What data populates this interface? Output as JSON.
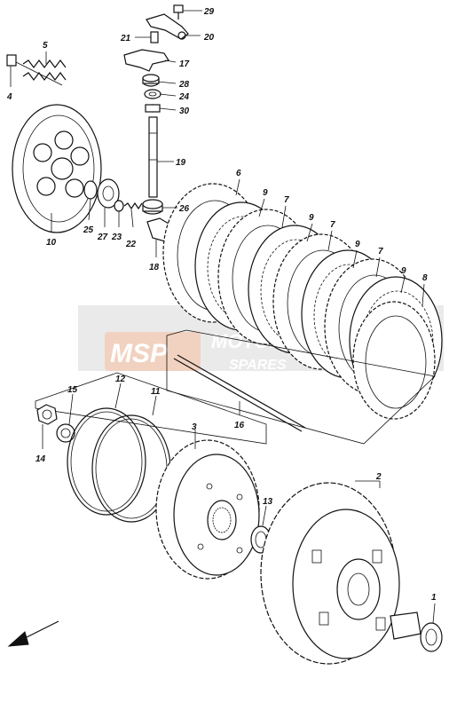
{
  "diagram": {
    "callouts": [
      {
        "id": "p29",
        "label": "29"
      },
      {
        "id": "p21",
        "label": "21"
      },
      {
        "id": "p20",
        "label": "20"
      },
      {
        "id": "p5",
        "label": "5"
      },
      {
        "id": "p17",
        "label": "17"
      },
      {
        "id": "p4",
        "label": "4"
      },
      {
        "id": "p28",
        "label": "28"
      },
      {
        "id": "p24",
        "label": "24"
      },
      {
        "id": "p30",
        "label": "30"
      },
      {
        "id": "p19",
        "label": "19"
      },
      {
        "id": "p6",
        "label": "6"
      },
      {
        "id": "p9a",
        "label": "9"
      },
      {
        "id": "p7a",
        "label": "7"
      },
      {
        "id": "p26",
        "label": "26"
      },
      {
        "id": "p9b",
        "label": "9"
      },
      {
        "id": "p7b",
        "label": "7"
      },
      {
        "id": "p9c",
        "label": "9"
      },
      {
        "id": "p7c",
        "label": "7"
      },
      {
        "id": "p9d",
        "label": "9"
      },
      {
        "id": "p8",
        "label": "8"
      },
      {
        "id": "p10",
        "label": "10"
      },
      {
        "id": "p25",
        "label": "25"
      },
      {
        "id": "p27",
        "label": "27"
      },
      {
        "id": "p23",
        "label": "23"
      },
      {
        "id": "p22",
        "label": "22"
      },
      {
        "id": "p18",
        "label": "18"
      },
      {
        "id": "p12",
        "label": "12"
      },
      {
        "id": "p11",
        "label": "11"
      },
      {
        "id": "p15",
        "label": "15"
      },
      {
        "id": "p16",
        "label": "16"
      },
      {
        "id": "p14",
        "label": "14"
      },
      {
        "id": "p3",
        "label": "3"
      },
      {
        "id": "p2",
        "label": "2"
      },
      {
        "id": "p13",
        "label": "13"
      },
      {
        "id": "p1",
        "label": "1"
      }
    ]
  },
  "watermark": {
    "logo": "MSP",
    "line1": "MOTORPARTS",
    "line2": "SPARES"
  },
  "colors": {
    "ink": "#111111",
    "watermark_band": "#d9d9d9",
    "watermark_logo": "#e8a37a"
  },
  "icons": {
    "direction": "front-direction-arrow-icon"
  }
}
